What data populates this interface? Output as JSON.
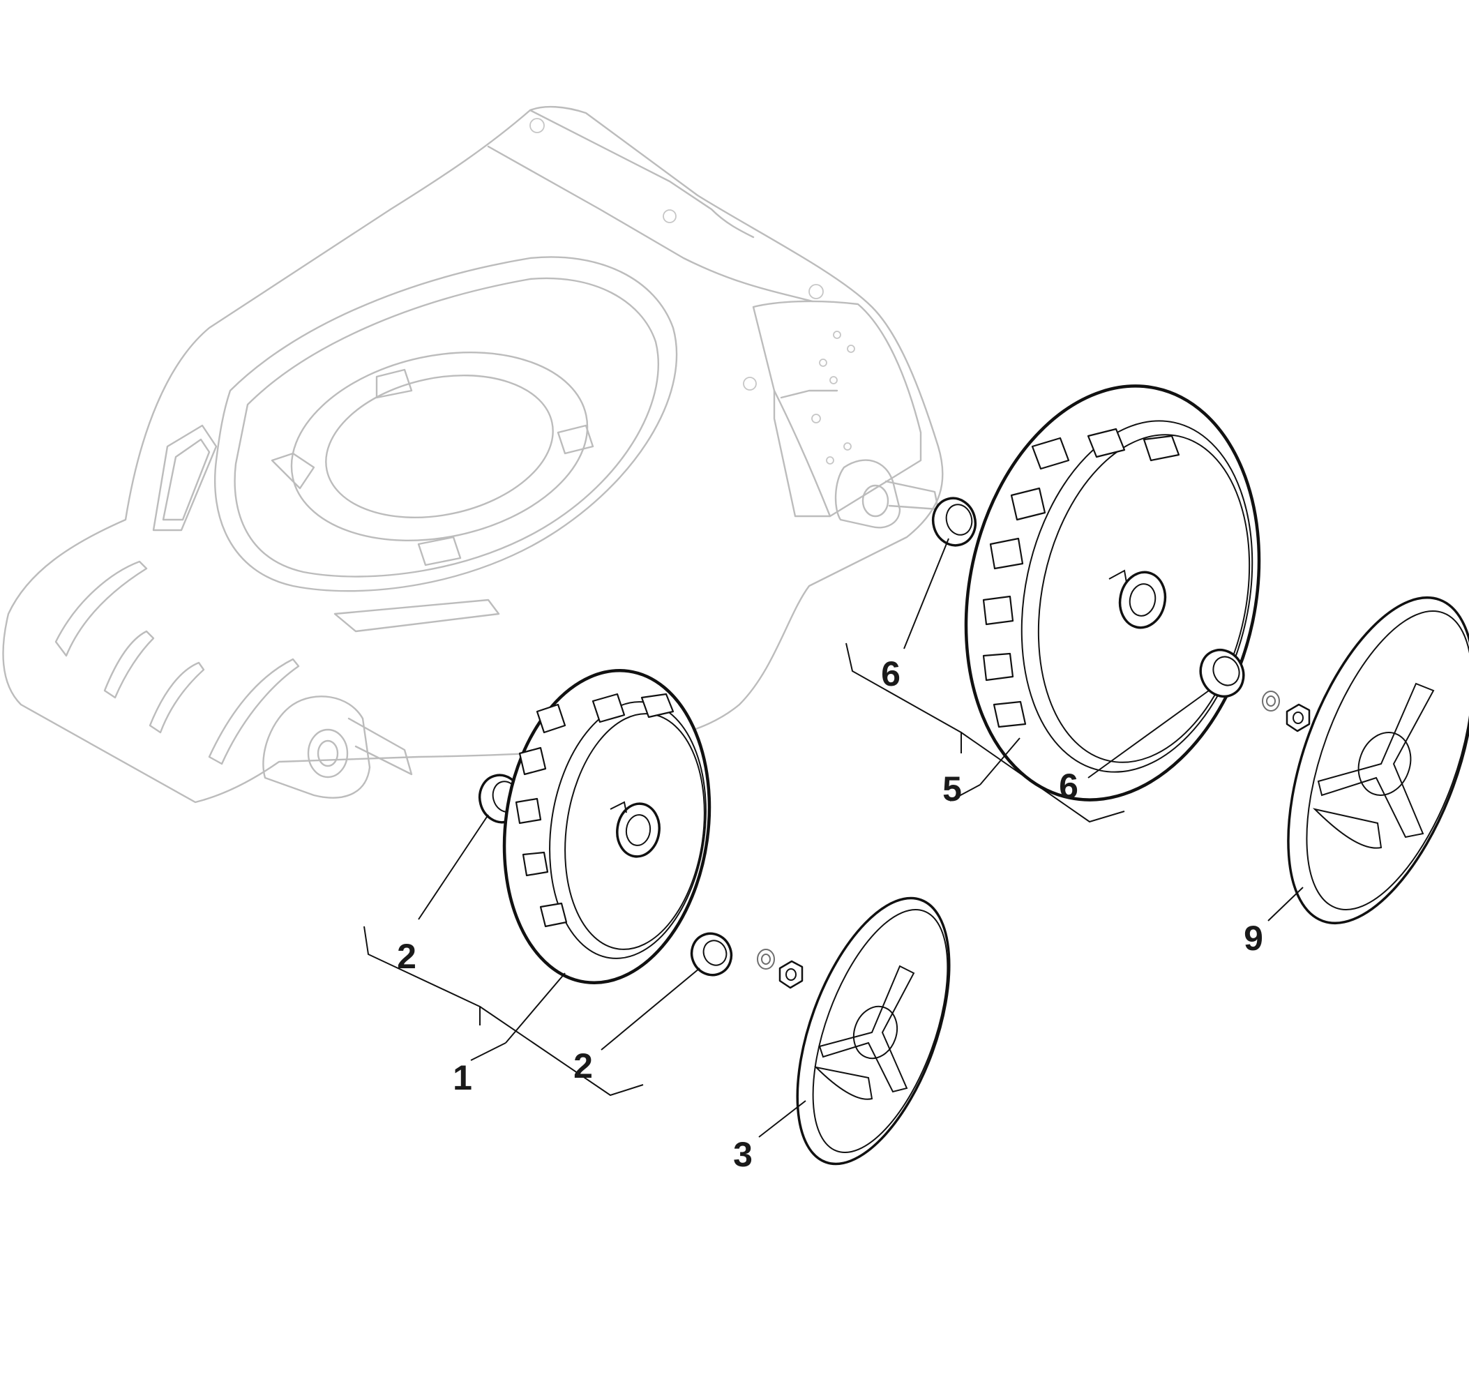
{
  "callouts": {
    "c1": "1",
    "c2a": "2",
    "c2b": "2",
    "c3": "3",
    "c5": "5",
    "c6a": "6",
    "c6b": "6",
    "c9": "9"
  },
  "colors": {
    "deck_outline": "#bcbcbc",
    "part_outline": "#111111",
    "callout_text": "#1a1a1a",
    "background": "#ffffff"
  }
}
